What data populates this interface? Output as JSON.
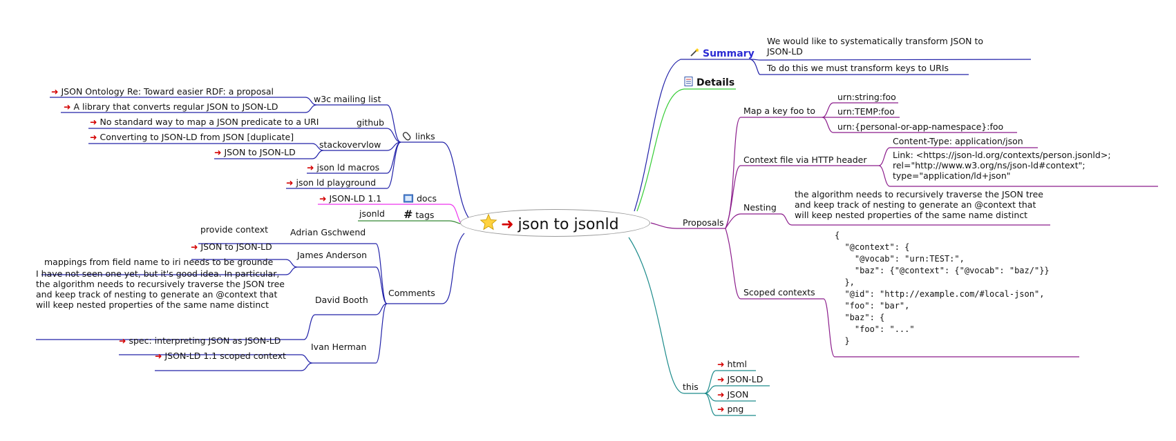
{
  "root": {
    "label": "json to jsonld"
  },
  "right": {
    "summary": {
      "label": "Summary",
      "items": [
        "We would like to systematically transform JSON to JSON-LD",
        "To do this we must transform keys to URIs"
      ]
    },
    "details": {
      "label": "Details"
    },
    "proposals": {
      "label": "Proposals",
      "map_key": {
        "label": "Map a key foo to",
        "items": [
          "urn:string:foo",
          "urn:TEMP:foo",
          "urn:{personal-or-app-namespace}:foo"
        ]
      },
      "context_file": {
        "label": "Context file via HTTP header",
        "items": [
          "Content-Type: application/json",
          "Link: <https://json-ld.org/contexts/person.jsonld>; rel=\"http://www.w3.org/ns/json-ld#context\"; type=\"application/ld+json\""
        ]
      },
      "nesting": {
        "label": "Nesting",
        "text": "the algorithm needs to recursively traverse the JSON tree and keep track of nesting to generate an @context that will keep nested properties of the same name distinct"
      },
      "scoped": {
        "label": "Scoped contexts",
        "code": "{\n  \"@context\": {\n    \"@vocab\": \"urn:TEST:\",\n    \"baz\": {\"@context\": {\"@vocab\": \"baz/\"}}\n  },\n  \"@id\": \"http://example.com/#local-json\",\n  \"foo\": \"bar\",\n  \"baz\": {\n    \"foo\": \"...\"\n  }"
      }
    },
    "this": {
      "label": "this",
      "items": [
        "html",
        "JSON-LD",
        "JSON",
        "png"
      ]
    }
  },
  "left": {
    "links": {
      "label": "links",
      "w3c": {
        "label": "w3c mailing list",
        "items": [
          "JSON Ontology Re: Toward easier RDF: a proposal",
          "A library that converts regular JSON to JSON-LD"
        ]
      },
      "github": {
        "label": "github",
        "items": [
          "No standard way to map a JSON predicate to a URI"
        ]
      },
      "stackoverflow": {
        "label": "stackovervlow",
        "items": [
          "Converting to JSON-LD from JSON [duplicate]",
          "JSON to JSON-LD"
        ]
      },
      "others": [
        "json ld macros",
        "json ld playground"
      ]
    },
    "docs": {
      "label": "docs",
      "items": [
        "JSON-LD 1.1"
      ]
    },
    "tags": {
      "label": "tags",
      "items": [
        "jsonld"
      ]
    },
    "comments": {
      "label": "Comments",
      "adrian": {
        "label": "Adrian Gschwend",
        "items": [
          "provide context"
        ]
      },
      "james": {
        "label": "James Anderson",
        "items": [
          "JSON to JSON-LD",
          "mappings from field name to iri needs to be grounde"
        ]
      },
      "david": {
        "label": "David Booth",
        "items": [
          "I have not seen one yet, but it's good idea.  In particular, the algorithm needs to recursively traverse the JSON tree and keep track of nesting to generate an @context that will keep nested properties of the same name distinct"
        ]
      },
      "ivan": {
        "label": "Ivan Herman",
        "items": [
          "spec: interpreting JSON as JSON-LD",
          "JSON-LD 1.1 scoped context"
        ]
      }
    }
  },
  "colors": {
    "blue": "#2020a8",
    "green": "#33cc33",
    "purple": "#8a1a8a",
    "teal": "#1a8a8a",
    "magenta": "#ee33ee",
    "darkgreen": "#338833",
    "arrow": "#d40000",
    "summary": "#2a2ad4"
  },
  "icons": {
    "root": "star-icon",
    "summary": "magic-wand-icon",
    "details": "notes-icon",
    "links": "paperclip-icon",
    "docs": "folder-icon",
    "tags": "hash-icon",
    "links_arrow": "red-arrow-icon"
  }
}
